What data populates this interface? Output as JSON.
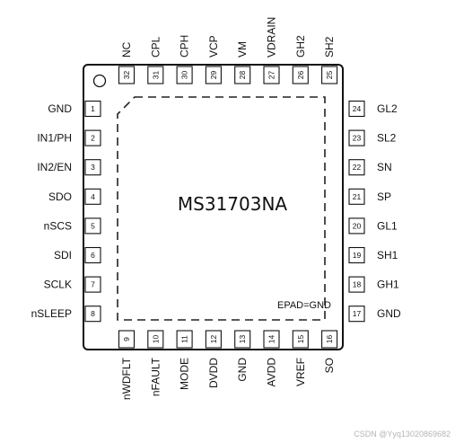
{
  "chip": {
    "part_number": "MS31703NA",
    "epad_label": "EPAD=GND",
    "left_pins": [
      {
        "num": "1",
        "label": "GND"
      },
      {
        "num": "2",
        "label": "IN1/PH"
      },
      {
        "num": "3",
        "label": "IN2/EN"
      },
      {
        "num": "4",
        "label": "SDO"
      },
      {
        "num": "5",
        "label": "nSCS"
      },
      {
        "num": "6",
        "label": "SDI"
      },
      {
        "num": "7",
        "label": "SCLK"
      },
      {
        "num": "8",
        "label": "nSLEEP"
      }
    ],
    "bottom_pins": [
      {
        "num": "9",
        "label": "nWDFLT"
      },
      {
        "num": "10",
        "label": "nFAULT"
      },
      {
        "num": "11",
        "label": "MODE"
      },
      {
        "num": "12",
        "label": "DVDD"
      },
      {
        "num": "13",
        "label": "GND"
      },
      {
        "num": "14",
        "label": "AVDD"
      },
      {
        "num": "15",
        "label": "VREF"
      },
      {
        "num": "16",
        "label": "SO"
      }
    ],
    "right_pins": [
      {
        "num": "24",
        "label": "GL2"
      },
      {
        "num": "23",
        "label": "SL2"
      },
      {
        "num": "22",
        "label": "SN"
      },
      {
        "num": "21",
        "label": "SP"
      },
      {
        "num": "20",
        "label": "GL1"
      },
      {
        "num": "19",
        "label": "SH1"
      },
      {
        "num": "18",
        "label": "GH1"
      },
      {
        "num": "17",
        "label": "GND"
      }
    ],
    "top_pins": [
      {
        "num": "32",
        "label": "NC"
      },
      {
        "num": "31",
        "label": "CPL"
      },
      {
        "num": "30",
        "label": "CPH"
      },
      {
        "num": "29",
        "label": "VCP"
      },
      {
        "num": "28",
        "label": "VM"
      },
      {
        "num": "27",
        "label": "VDRAIN"
      },
      {
        "num": "26",
        "label": "GH2"
      },
      {
        "num": "25",
        "label": "SH2"
      }
    ]
  },
  "watermark": "CSDN @Yyq13020869682"
}
